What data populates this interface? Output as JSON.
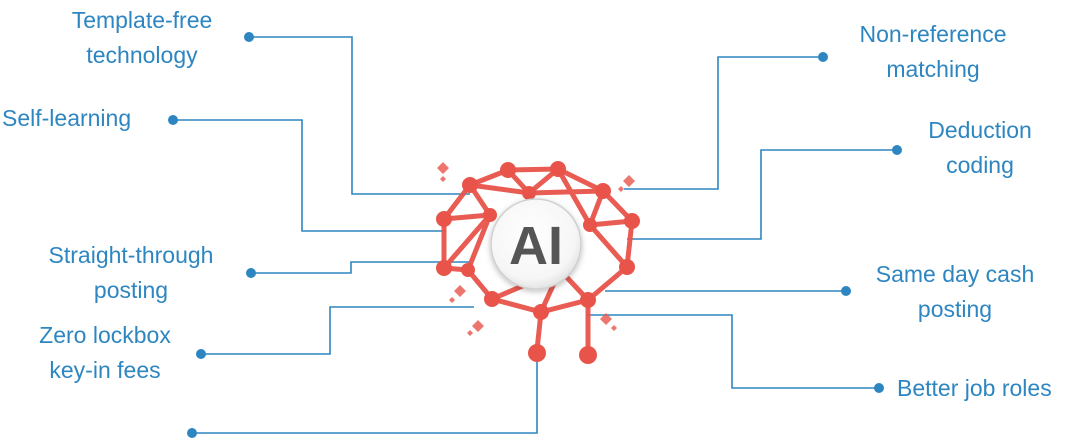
{
  "center_label": "AI",
  "colors": {
    "connector": "#2e86c1",
    "label": "#2e86c1",
    "brain": "#e8544a",
    "ai_text": "#555555"
  },
  "left_labels": {
    "template_free": [
      "Template-free",
      "technology"
    ],
    "self_learning": [
      "Self-learning"
    ],
    "straight_through": [
      "Straight-through",
      "posting"
    ],
    "zero_lockbox": [
      "Zero lockbox",
      "key-in fees"
    ]
  },
  "right_labels": {
    "non_reference": [
      "Non-reference",
      "matching"
    ],
    "deduction": [
      "Deduction",
      "coding"
    ],
    "same_day": [
      "Same day cash",
      "posting"
    ],
    "better_jobs": [
      "Better job roles"
    ]
  },
  "icons": [
    "brain-network-icon",
    "sparkle-icon"
  ]
}
